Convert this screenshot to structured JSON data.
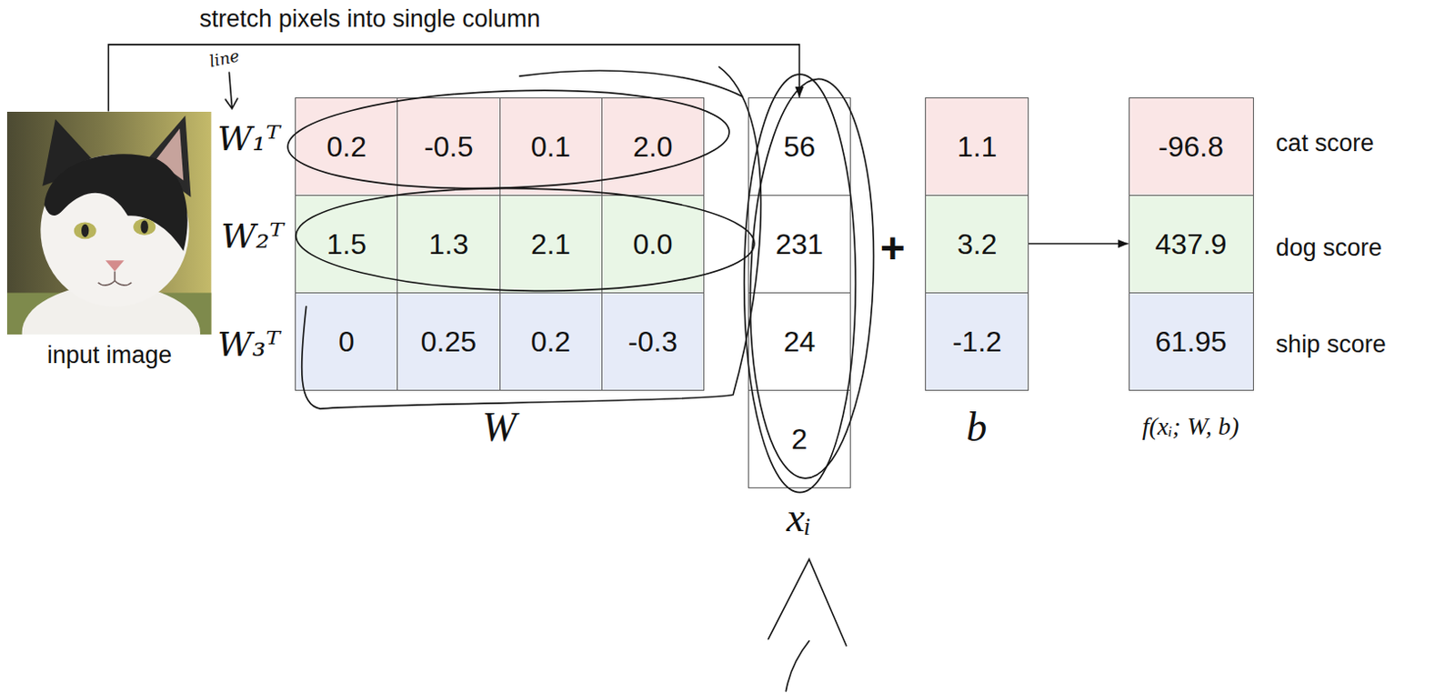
{
  "diagram": {
    "nodes": [
      {
        "text": [
          "input image"
        ]
      },
      {
        "text": [
          "W"
        ]
      },
      {
        "text": [
          "0.2"
        ],
        "in": 1
      },
      {
        "text": [
          "-0.5"
        ],
        "in": 1
      },
      {
        "text": [
          "0.1"
        ],
        "in": 1
      },
      {
        "text": [
          "2.0"
        ],
        "in": 1
      },
      {
        "text": [
          "1.5"
        ],
        "in": 1
      },
      {
        "text": [
          "1.3"
        ],
        "in": 1
      },
      {
        "text": [
          "2.1"
        ],
        "in": 1
      },
      {
        "text": [
          "0.0"
        ],
        "in": 1
      },
      {
        "text": [
          "0"
        ],
        "in": 1
      },
      {
        "text": [
          "0.25"
        ],
        "in": 1
      },
      {
        "text": [
          "0.2"
        ],
        "in": 1
      },
      {
        "text": [
          "-0.3"
        ],
        "in": 1
      },
      {
        "text": [
          "xᵢ"
        ]
      },
      {
        "text": [
          "56"
        ],
        "in": 14
      },
      {
        "text": [
          "231"
        ],
        "in": 14
      },
      {
        "text": [
          "24"
        ],
        "in": 14
      },
      {
        "text": [
          "2"
        ],
        "in": 14
      },
      {
        "text": [
          "b"
        ]
      },
      {
        "text": [
          "1.1"
        ],
        "in": 19
      },
      {
        "text": [
          "3.2"
        ],
        "in": 19
      },
      {
        "text": [
          "-1.2"
        ],
        "in": 19
      },
      {
        "text": [
          "f(xᵢ; W, b)"
        ]
      },
      {
        "text": [
          "-96.8"
        ],
        "in": 23
      },
      {
        "text": [
          "437.9"
        ],
        "in": 23
      },
      {
        "text": [
          "61.95"
        ],
        "in": 23
      }
    ],
    "edges": [
      {
        "from": 0,
        "to": 15,
        "arrow": "to",
        "label": "stretch pixels into single column"
      },
      {
        "from": 19,
        "to": 23,
        "arrow": "to"
      }
    ],
    "labels": [
      "line",
      "W₁ᵀ",
      "W₂ᵀ",
      "W₃ᵀ",
      "+",
      "cat score",
      "dog score",
      "ship score"
    ]
  }
}
